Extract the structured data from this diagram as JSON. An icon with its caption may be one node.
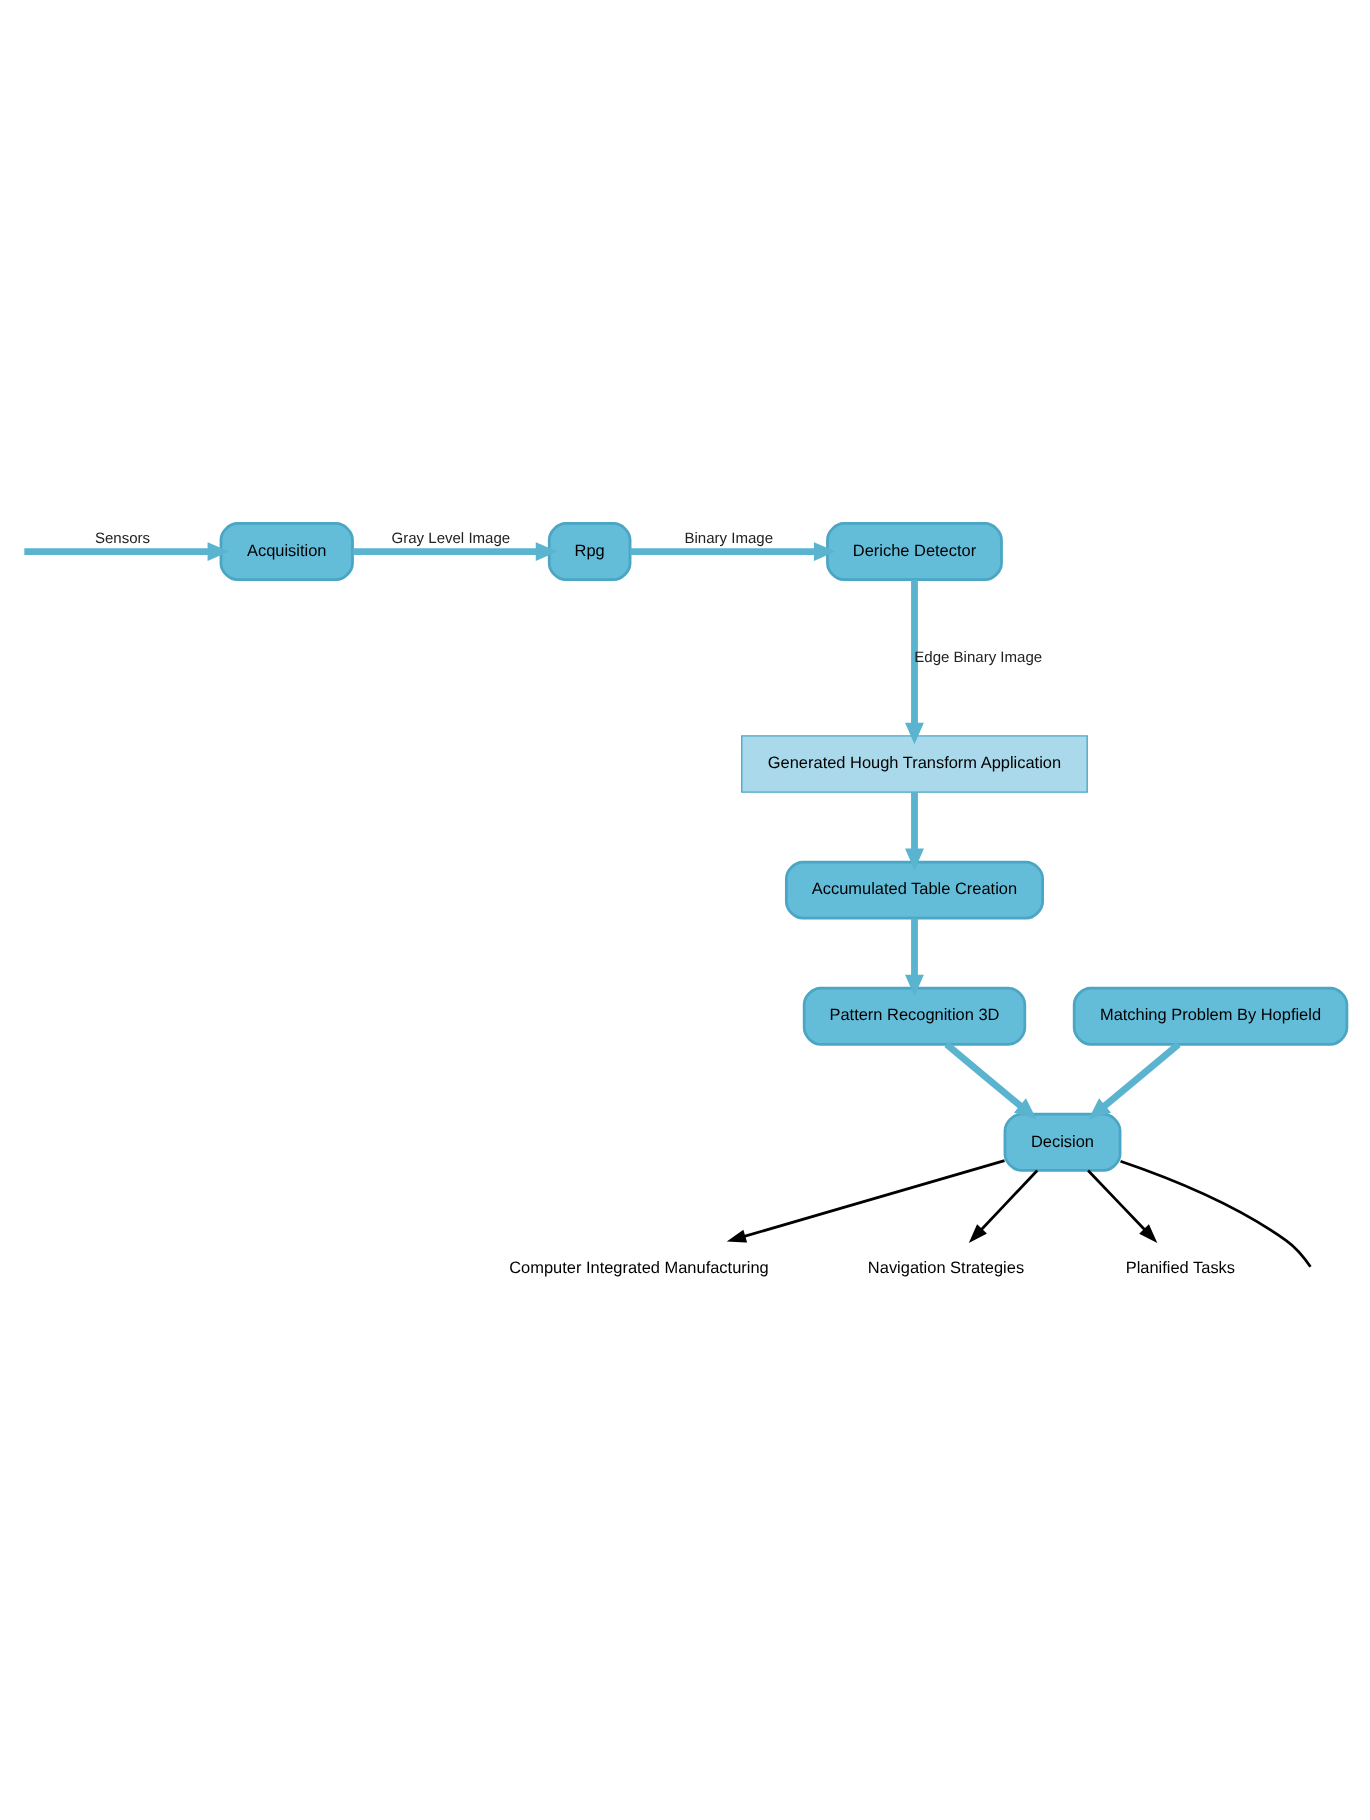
{
  "diagram": {
    "nodes": [
      {
        "text": [
          "Acquisition"
        ]
      },
      {
        "text": [
          "Rpg"
        ]
      },
      {
        "text": [
          "Deriche Detector"
        ]
      },
      {
        "text": [
          "Generated Hough Transform Application"
        ]
      },
      {
        "text": [
          "Accumulated Table Creation"
        ]
      },
      {
        "text": [
          "Pattern Recognition 3D"
        ]
      },
      {
        "text": [
          "Matching Problem By Hopfield"
        ]
      },
      {
        "text": [
          "Decision"
        ]
      },
      {
        "text": [
          "Computer Integrated Manufacturing"
        ]
      },
      {
        "text": [
          "Navigation Strategies"
        ]
      },
      {
        "text": [
          "Planified Tasks"
        ]
      }
    ],
    "edges": [
      {
        "from": null,
        "to": 0,
        "arrow": "to",
        "label": "Sensors"
      },
      {
        "from": 0,
        "to": 1,
        "arrow": "to",
        "label": "Gray Level Image"
      },
      {
        "from": 1,
        "to": 2,
        "arrow": "to",
        "label": "Binary Image"
      },
      {
        "from": 2,
        "to": 3,
        "arrow": "to",
        "label": "Edge Binary Image"
      },
      {
        "from": 3,
        "to": 4,
        "arrow": "to"
      },
      {
        "from": 4,
        "to": 5,
        "arrow": "to"
      },
      {
        "from": 5,
        "to": 7,
        "arrow": "to"
      },
      {
        "from": 6,
        "to": 7,
        "arrow": "to"
      },
      {
        "from": 7,
        "to": 8,
        "arrow": "to",
        "color": "#000000"
      },
      {
        "from": 7,
        "to": 9,
        "arrow": "to",
        "color": "#000000"
      },
      {
        "from": 7,
        "to": 10,
        "arrow": "to",
        "color": "#000000"
      },
      {
        "from": 7,
        "to": null,
        "arrow": "none",
        "color": "#000000"
      }
    ]
  }
}
